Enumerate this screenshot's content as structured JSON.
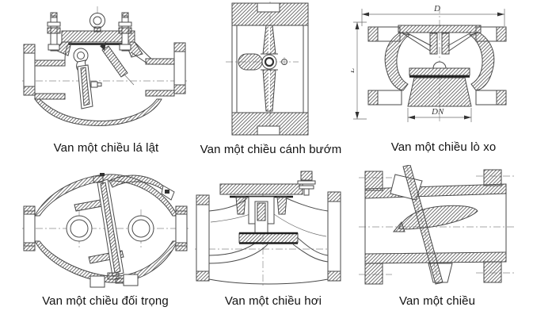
{
  "figure": {
    "line_color": "#4a4a4a",
    "items": [
      {
        "type": "swing-check-valve",
        "caption": "Van một chiều lá lật"
      },
      {
        "type": "butterfly-check-valve",
        "caption": "Van một chiều cánh bướm"
      },
      {
        "type": "spring-check-valve",
        "caption": "Van một chiều lò xo",
        "dims": {
          "top": "D",
          "left": "L",
          "bottom": "DN"
        }
      },
      {
        "type": "counterweight-check-valve",
        "caption": "Van một chiều đối trọng"
      },
      {
        "type": "steam-check-valve",
        "caption": "Van một chiều hơi"
      },
      {
        "type": "plain-check-valve",
        "caption": "Van một chiều"
      }
    ]
  }
}
